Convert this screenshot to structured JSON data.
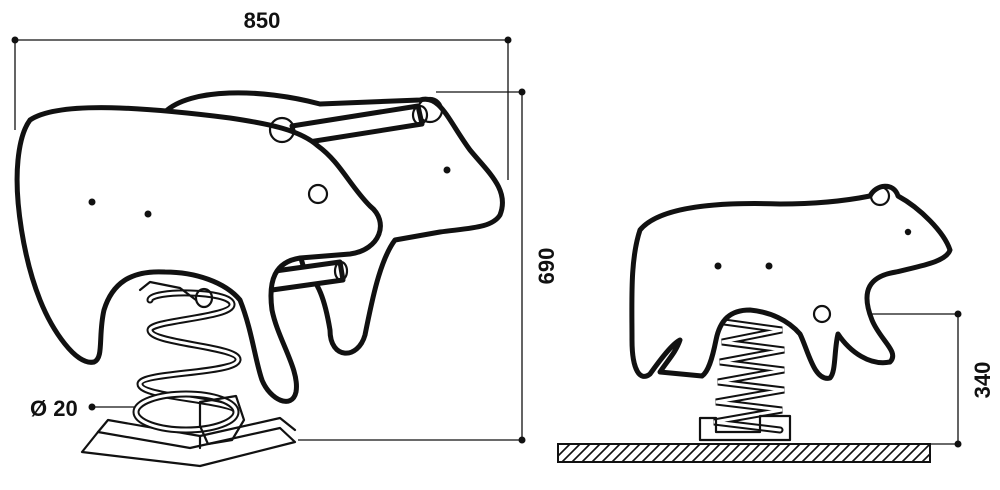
{
  "dimensions": {
    "overall_width": "850",
    "overall_height": "690",
    "seat_height": "340",
    "spring_diameter": "Ø 20"
  },
  "views": {
    "perspective": "isometric bear spring rider",
    "side": "side elevation bear spring rider with ground hatch"
  }
}
